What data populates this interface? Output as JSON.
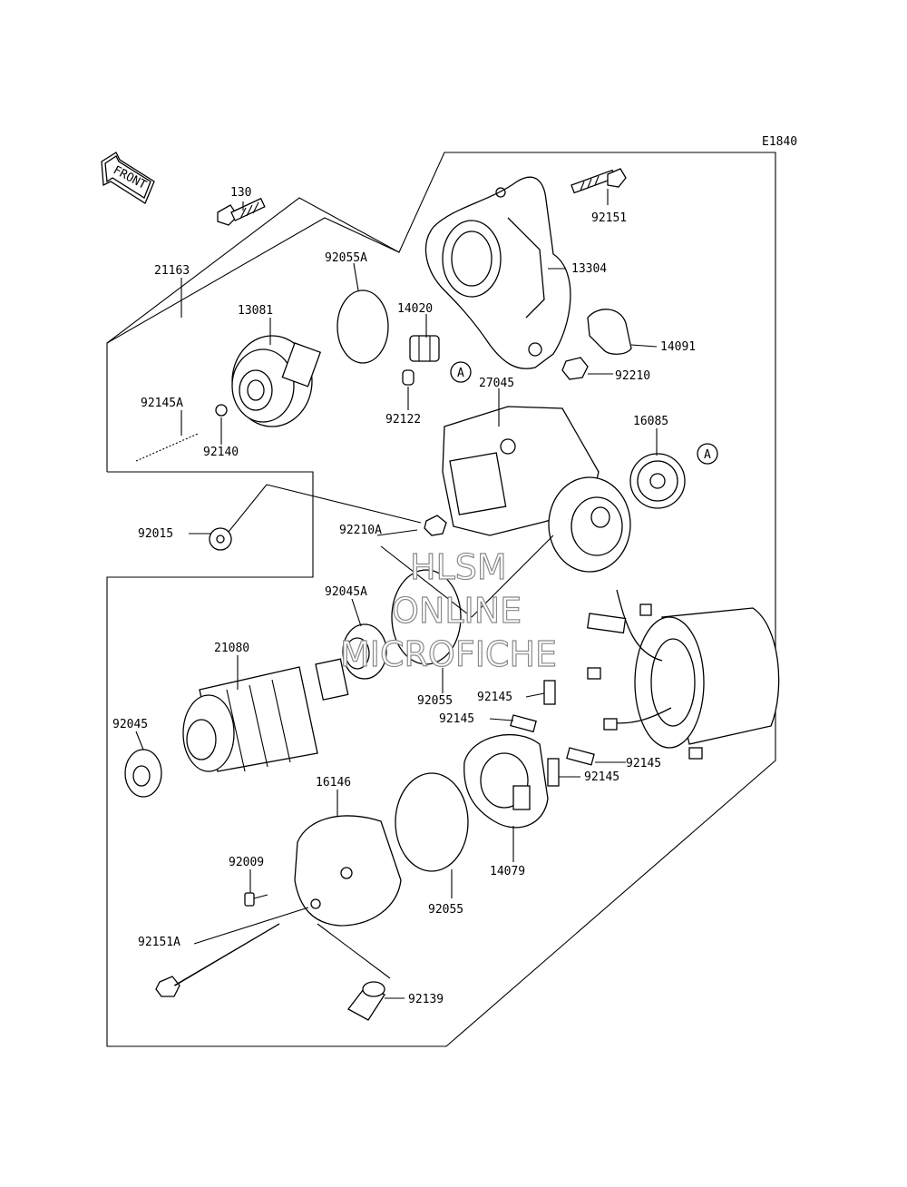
{
  "diagram_code": "E1840",
  "front_label": "FRONT",
  "watermark": [
    "HLSM",
    "ONLINE",
    "MICROFICHE"
  ],
  "ref_marker": "A",
  "parts": {
    "p130": "130",
    "p92151": "92151",
    "p21163": "21163",
    "p92055A": "92055A",
    "p13304": "13304",
    "p13081": "13081",
    "p14020": "14020",
    "p14091": "14091",
    "p92210": "92210",
    "p27045": "27045",
    "p92145A": "92145A",
    "p92122": "92122",
    "p92140": "92140",
    "p16085": "16085",
    "p92015": "92015",
    "p92210A": "92210A",
    "p92045A": "92045A",
    "p21080": "21080",
    "p92145_a": "92145",
    "p92145_b": "92145",
    "p92055_a": "92055",
    "p92045": "92045",
    "p92145_c": "92145",
    "p92145_d": "92145",
    "p16146": "16146",
    "p92009": "92009",
    "p14079": "14079",
    "p92055_b": "92055",
    "p92151A": "92151A",
    "p92139": "92139"
  }
}
